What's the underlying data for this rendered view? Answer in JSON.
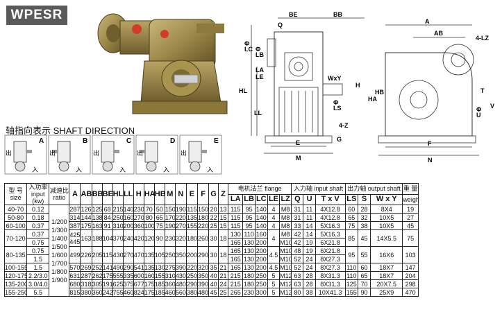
{
  "badge": "WPESR",
  "direction": {
    "title_cn": "轴指向表示",
    "title_en": "SHAFT DIRECTION",
    "panels": [
      "A",
      "B",
      "C",
      "D",
      "E"
    ],
    "in_label": "入",
    "out_label": "出"
  },
  "drawings": {
    "side": {
      "BE": "BE",
      "BB": "BB",
      "Q": "Q",
      "LC": "LC",
      "LB": "LB",
      "LA": "LA",
      "LE": "LE",
      "HL": "HL",
      "LL": "LL",
      "WxY": "WxY",
      "LS": "LS",
      "4Z": "4-Z",
      "H": "H",
      "G": "G",
      "E": "E",
      "M": "M",
      "phiLC": "Φ",
      "phiLB": "Φ",
      "phiLS": "Φ"
    },
    "end": {
      "A": "A",
      "AB": "AB",
      "4LZ": "4-LZ",
      "HB": "HB",
      "HA": "HA",
      "T": "T",
      "V": "V",
      "U": "U",
      "F": "F",
      "N": "N",
      "phiU": "Φ"
    }
  },
  "table": {
    "headers": {
      "size_cn": "型 号",
      "size_en": "size",
      "input_cn": "入功率",
      "input_en": "input",
      "input_unit": "(kw)",
      "ratio_cn": "减速比",
      "ratio_en": "ratio",
      "cols": [
        "A",
        "AB",
        "BB",
        "BE",
        "HL",
        "LL",
        "H",
        "HA",
        "HB",
        "M",
        "N",
        "E",
        "F",
        "G",
        "Z"
      ],
      "flange": "电机法兰 flange",
      "flange_cols": [
        "LA",
        "LB",
        "LC",
        "LE",
        "LZ"
      ],
      "in_shaft": "入力轴 input shaft",
      "in_cols": [
        "Q",
        "U",
        "T x V"
      ],
      "out_shaft": "出力轴 output shaft",
      "out_cols": [
        "LS",
        "S",
        "W x Y"
      ],
      "weight_cn": "重 量",
      "weight_en": "weight(kg)"
    },
    "ratio_lines": [
      "1/200",
      "1/300",
      "1/400",
      "1/500",
      "1/600",
      "1/700",
      "1/800",
      "1/900"
    ],
    "rows": [
      {
        "size": "40-70",
        "powers": [
          "0.12"
        ],
        "dims": [
          "287",
          "126",
          "125",
          "68",
          "215",
          "140",
          "230",
          "70",
          "50",
          "150",
          "190",
          "115",
          "150",
          "20",
          "13"
        ],
        "flange": [
          [
            "115",
            "95",
            "140"
          ]
        ],
        "flange_le": "4",
        "lz": [
          "M8"
        ],
        "input": [
          [
            "31",
            "11",
            "4X12.8"
          ]
        ],
        "output": [
          "60",
          "28",
          "8X4"
        ],
        "weight": "19"
      },
      {
        "size": "50-80",
        "powers": [
          "0.18"
        ],
        "dims": [
          "314",
          "144",
          "138",
          "84",
          "250",
          "160",
          "270",
          "80",
          "65",
          "170",
          "220",
          "135",
          "180",
          "22",
          "15"
        ],
        "flange": [
          [
            "115",
            "95",
            "140"
          ]
        ],
        "flange_le": "4",
        "lz": [
          "M8"
        ],
        "input": [
          [
            "31",
            "11",
            "4X12.8"
          ]
        ],
        "output": [
          "65",
          "32",
          "10X5"
        ],
        "weight": "27"
      },
      {
        "size": "60-100",
        "powers": [
          "0.37"
        ],
        "dims": [
          "387",
          "175",
          "163",
          "91",
          "310",
          "200",
          "360",
          "100",
          "75",
          "190",
          "270",
          "155",
          "220",
          "25",
          "15"
        ],
        "flange": [
          [
            "115",
            "95",
            "140"
          ]
        ],
        "flange_le": "4",
        "lz": [
          "M8"
        ],
        "input": [
          [
            "33",
            "14",
            "5X16.3"
          ]
        ],
        "output": [
          "75",
          "38",
          "10X5"
        ],
        "weight": "45"
      },
      {
        "size": "70-120",
        "powers": [
          "0.37",
          "0.75"
        ],
        "dims": [
          "425|445",
          "163",
          "188",
          "104",
          "370",
          "240",
          "420",
          "120",
          "90",
          "230",
          "320",
          "180",
          "260",
          "30",
          "18"
        ],
        "flange": [
          [
            "130",
            "110",
            "160"
          ],
          [
            "165",
            "130",
            "200"
          ]
        ],
        "flange_le": "4",
        "lz": [
          "M8",
          "M10"
        ],
        "input": [
          [
            "42",
            "14",
            "5X16.3"
          ],
          [
            "42",
            "19",
            "6X21.8"
          ]
        ],
        "output": [
          "85",
          "45",
          "14X5.5"
        ],
        "weight": "75"
      },
      {
        "size": "80-135",
        "powers": [
          "0.75",
          "1.5"
        ],
        "dims": [
          "499",
          "226",
          "205",
          "115",
          "430",
          "270",
          "470",
          "135",
          "105",
          "250",
          "350",
          "200",
          "290",
          "30",
          "18"
        ],
        "flange": [
          [
            "165",
            "130",
            "200"
          ],
          [
            "165",
            "130",
            "200"
          ]
        ],
        "flange_le": "4.5",
        "lz": [
          "M10",
          "M10"
        ],
        "input": [
          [
            "48",
            "19",
            "6X21.8"
          ],
          [
            "52",
            "24",
            "8X27.3"
          ]
        ],
        "output": [
          "95",
          "55",
          "16X6"
        ],
        "weight": "103"
      },
      {
        "size": "100-155",
        "powers": [
          "1.5"
        ],
        "dims": [
          "570",
          "269",
          "252",
          "141",
          "490",
          "290",
          "541",
          "135",
          "130",
          "275",
          "390",
          "220",
          "320",
          "35",
          "21"
        ],
        "flange": [
          [
            "165",
            "130",
            "200"
          ]
        ],
        "flange_le": "4.5",
        "lz": [
          "M10"
        ],
        "input": [
          [
            "52",
            "24",
            "8X27.3"
          ]
        ],
        "output": [
          "110",
          "60",
          "18X7"
        ],
        "weight": "147"
      },
      {
        "size": "120-175",
        "powers": [
          "2.2/3.0"
        ],
        "dims": [
          "631",
          "287",
          "262",
          "175",
          "555",
          "335",
          "600",
          "160",
          "155",
          "310",
          "430",
          "250",
          "350",
          "40",
          "21"
        ],
        "flange": [
          [
            "215",
            "180",
            "250"
          ]
        ],
        "flange_le": "5",
        "lz": [
          "M12"
        ],
        "input": [
          [
            "63",
            "28",
            "8X31.3"
          ]
        ],
        "output": [
          "110",
          "65",
          "18X7"
        ],
        "weight": "204"
      },
      {
        "size": "135-200",
        "powers": [
          "3.0/4.0"
        ],
        "dims": [
          "680",
          "318",
          "305",
          "191",
          "625",
          "375",
          "677",
          "175",
          "185",
          "360",
          "480",
          "290",
          "390",
          "40",
          "24"
        ],
        "flange": [
          [
            "215",
            "180",
            "250"
          ]
        ],
        "flange_le": "5",
        "lz": [
          "M12"
        ],
        "input": [
          [
            "63",
            "28",
            "8X31.3"
          ]
        ],
        "output": [
          "125",
          "70",
          "20X7.5"
        ],
        "weight": "298"
      },
      {
        "size": "155-250",
        "powers": [
          "5.5"
        ],
        "dims": [
          "815",
          "380",
          "360",
          "242",
          "755",
          "460",
          "824",
          "175",
          "185",
          "460",
          "560",
          "380",
          "480",
          "45",
          "25"
        ],
        "flange": [
          [
            "265",
            "230",
            "300"
          ]
        ],
        "flange_le": "5",
        "lz": [
          "M12"
        ],
        "input": [
          [
            "80",
            "38",
            "10X41.3"
          ]
        ],
        "output": [
          "155",
          "90",
          "25X9"
        ],
        "weight": "470"
      }
    ]
  }
}
